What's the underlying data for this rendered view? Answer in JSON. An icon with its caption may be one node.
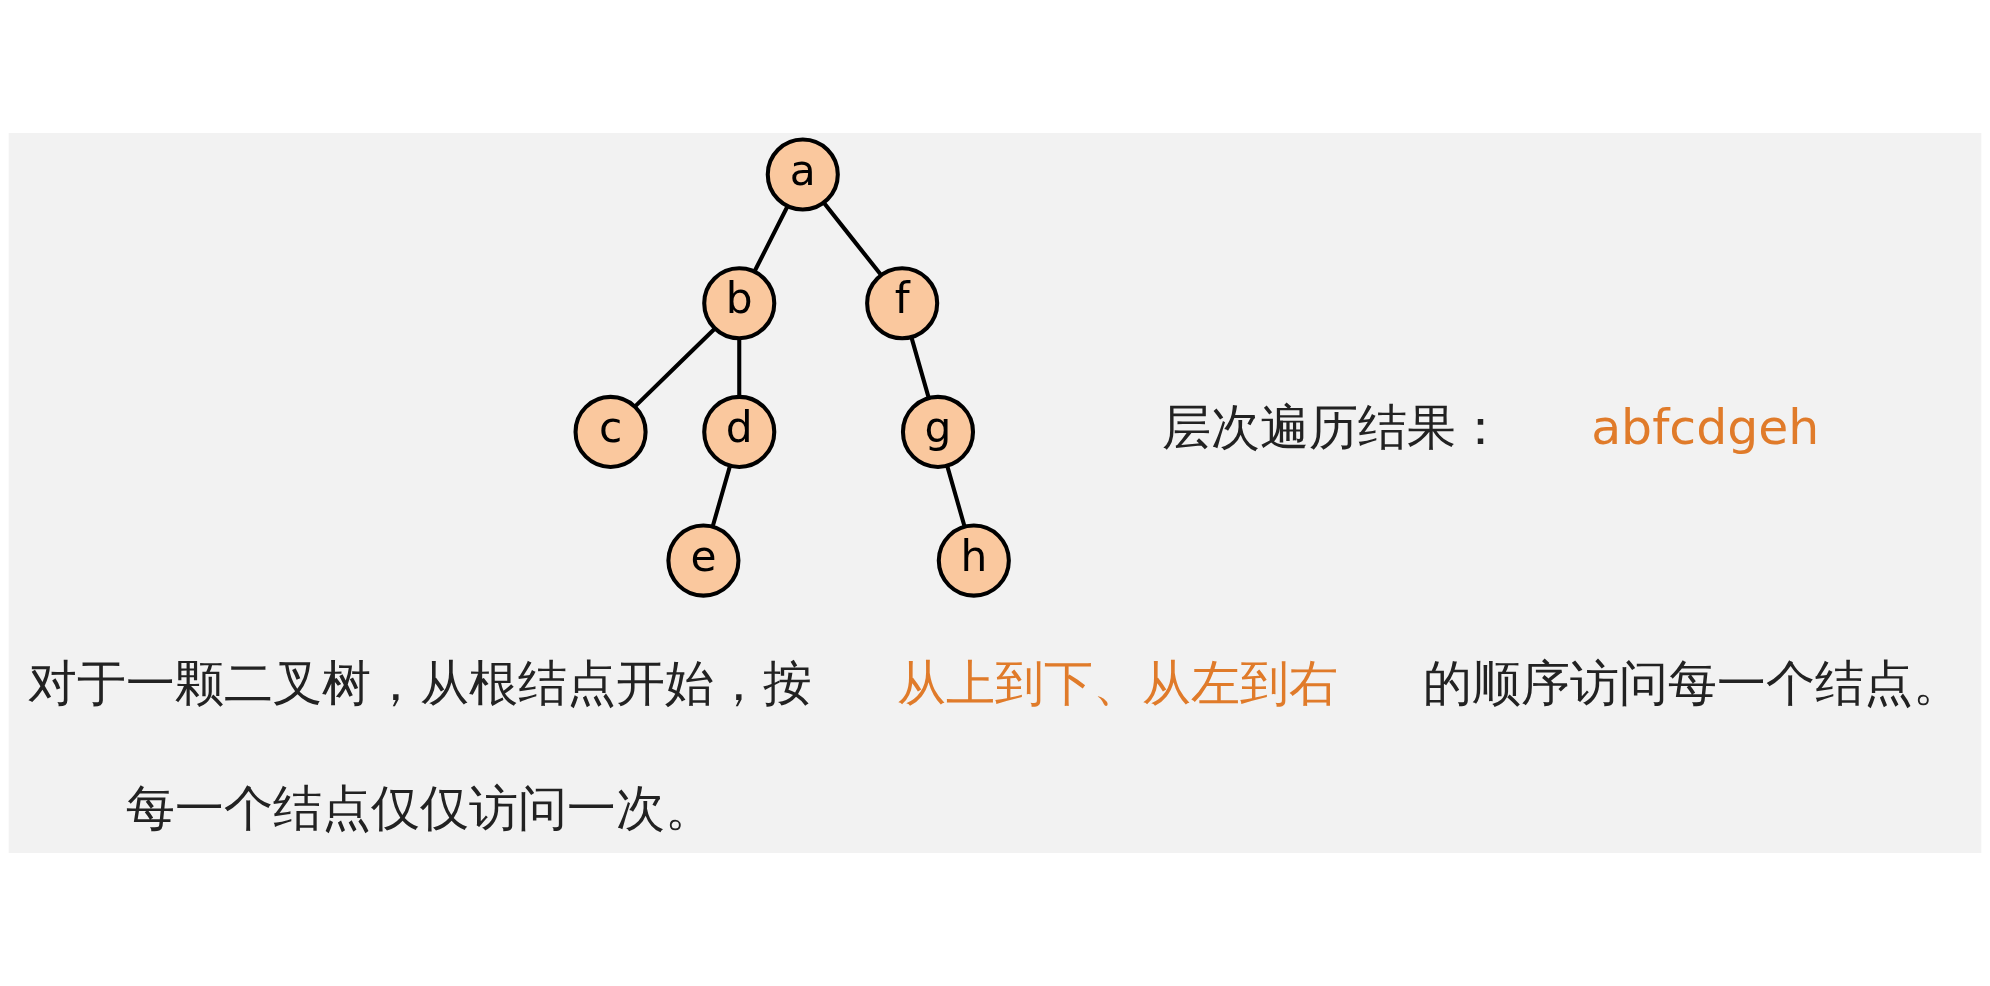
{
  "diagram": {
    "nodes": [
      {
        "text": [
          "a"
        ]
      },
      {
        "text": [
          "b"
        ]
      },
      {
        "text": [
          "f"
        ]
      },
      {
        "text": [
          "c"
        ]
      },
      {
        "text": [
          "d"
        ]
      },
      {
        "text": [
          "g"
        ]
      },
      {
        "text": [
          "e"
        ]
      },
      {
        "text": [
          "h"
        ]
      }
    ],
    "edges": [
      {
        "from": 0,
        "to": 1,
        "arrow": "none"
      },
      {
        "from": 0,
        "to": 2,
        "arrow": "none"
      },
      {
        "from": 1,
        "to": 3,
        "arrow": "none"
      },
      {
        "from": 1,
        "to": 4,
        "arrow": "none"
      },
      {
        "from": 2,
        "to": 5,
        "arrow": "none"
      },
      {
        "from": 4,
        "to": 6,
        "arrow": "none"
      },
      {
        "from": 5,
        "to": 7,
        "arrow": "none"
      }
    ],
    "labels": [
      "层次遍历结果：",
      "abfcdgeh",
      "对于一颗二叉树，从根结点开始，按",
      "从上到下、从左到右",
      "的顺序访问每一个结点。",
      "每一个结点仅仅访问一次。"
    ]
  }
}
